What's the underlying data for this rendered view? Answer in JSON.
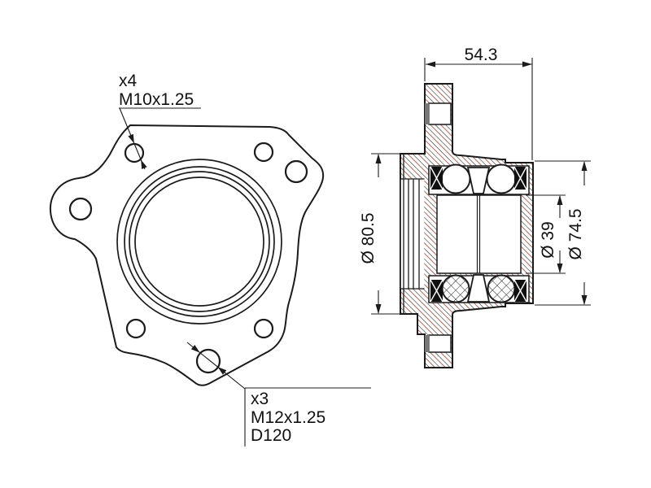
{
  "drawing": {
    "type": "technical-drawing",
    "subject": "wheel hub bearing, front view and cross-section",
    "colors": {
      "background": "#ffffff",
      "line": "#1b1b1b",
      "hatch_line": "#222222",
      "hatch_tint": "#9a4632",
      "seal_fill": "#101010",
      "hole_shadow": "#787878"
    },
    "labels": {
      "m10_count": "x4",
      "m10_thread": "M10x1.25",
      "m12_count": "x3",
      "m12_thread": "M12x1.25",
      "m12_pcd": "D120",
      "dim_width": "54.3",
      "dim_outer_dia": "Ø 80.5",
      "dim_bore_dia": "Ø 39",
      "dim_flange_dia": "Ø 74.5"
    }
  }
}
